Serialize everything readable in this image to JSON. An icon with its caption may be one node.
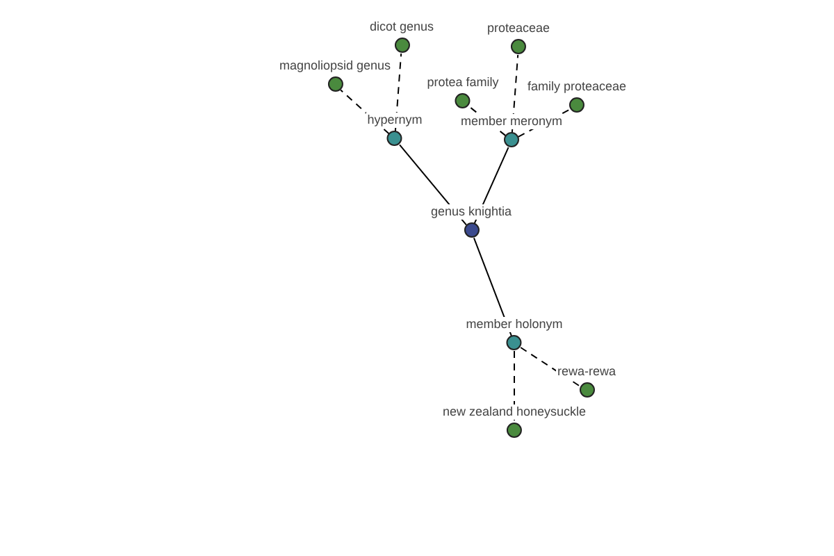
{
  "diagram": {
    "nodes": [
      {
        "text": [
          "dicot genus"
        ]
      },
      {
        "text": [
          "proteaceae"
        ]
      },
      {
        "text": [
          "magnoliopsid genus"
        ]
      },
      {
        "text": [
          "protea family"
        ]
      },
      {
        "text": [
          "family proteaceae"
        ]
      },
      {
        "text": [
          "hypernym"
        ]
      },
      {
        "text": [
          "member meronym"
        ]
      },
      {
        "text": [
          "genus knightia"
        ]
      },
      {
        "text": [
          "member holonym"
        ]
      },
      {
        "text": [
          "rewa-rewa"
        ]
      },
      {
        "text": [
          "new zealand honeysuckle"
        ]
      }
    ],
    "edges": [
      {
        "from": 7,
        "to": 5,
        "arrow": "none"
      },
      {
        "from": 7,
        "to": 6,
        "arrow": "none"
      },
      {
        "from": 7,
        "to": 8,
        "arrow": "none"
      },
      {
        "from": 5,
        "to": 0,
        "arrow": "none",
        "style": "dashed"
      },
      {
        "from": 5,
        "to": 2,
        "arrow": "none",
        "style": "dashed"
      },
      {
        "from": 6,
        "to": 1,
        "arrow": "none",
        "style": "dashed"
      },
      {
        "from": 6,
        "to": 3,
        "arrow": "none",
        "style": "dashed"
      },
      {
        "from": 6,
        "to": 4,
        "arrow": "none",
        "style": "dashed"
      },
      {
        "from": 8,
        "to": 9,
        "arrow": "none",
        "style": "dashed"
      },
      {
        "from": 8,
        "to": 10,
        "arrow": "none",
        "style": "dashed"
      }
    ]
  }
}
